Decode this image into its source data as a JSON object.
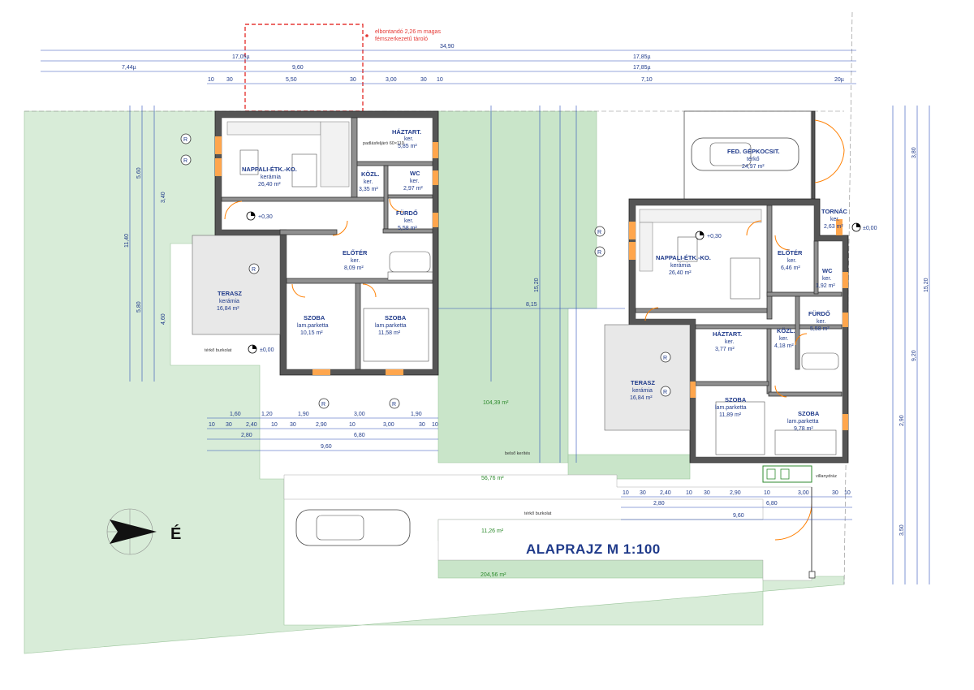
{
  "title": "ALAPRAJZ  M 1:100",
  "demolish_note": [
    "elbontandó 2,26 m magas",
    "fémszerkezetű tároló"
  ],
  "top_dims": {
    "total": "34,90",
    "left_half": "17,05µ",
    "right_half": "17,85µ",
    "right_half_2": "17,85µ",
    "row3": [
      "7,44µ",
      "9,60"
    ],
    "row4": [
      "10",
      "30",
      "5,50",
      "30",
      "3,00",
      "30",
      "10",
      "7,10",
      "20µ"
    ]
  },
  "left_house": {
    "rooms": [
      {
        "name": "NAPPALI-ÉTK.-KO.",
        "finish": "kerámia",
        "area": "26,40 m²"
      },
      {
        "name": "HÁZTART.",
        "finish": "ker.",
        "area": "5,85 m²"
      },
      {
        "name": "KÖZL.",
        "finish": "ker.",
        "area": "3,35 m²"
      },
      {
        "name": "WC",
        "finish": "ker.",
        "area": "2,97 m²"
      },
      {
        "name": "FÜRDŐ",
        "finish": "ker.",
        "area": "5,58 m²"
      },
      {
        "name": "ELŐTÉR",
        "finish": "ker.",
        "area": "8,09 m²"
      },
      {
        "name": "SZOBA",
        "finish": "lam.parketta",
        "area": "10,15 m²"
      },
      {
        "name": "SZOBA",
        "finish": "lam.parketta",
        "area": "11,58 m²"
      },
      {
        "name": "TERASZ",
        "finish": "kerámia",
        "area": "16,84 m²"
      }
    ],
    "level_pos": "+0,30",
    "level_zero": "±0,00",
    "paving_label": "térkő burkolat",
    "bottom_dims_row1": [
      "1,60",
      "1,20",
      "1,90",
      "3,00",
      "1,90"
    ],
    "bottom_dims_row2": [
      "10",
      "30",
      "2,40",
      "10",
      "30",
      "2,90",
      "10",
      "3,00",
      "30",
      "10"
    ],
    "bottom_dims_row3": [
      "2,80",
      "6,80"
    ],
    "bottom_dims_row4": "9,60",
    "side_dims_left": [
      "11,40",
      "5,60",
      "5,80",
      "4,60",
      "3,40"
    ],
    "pedal_stair": "padlásfeljáró 60×110"
  },
  "right_house": {
    "rooms": [
      {
        "name": "FED. GÉPKOCSIT.",
        "finish": "térkő",
        "area": "24,97 m²"
      },
      {
        "name": "NAPPALI-ÉTK.-KO.",
        "finish": "kerámia",
        "area": "26,40 m²"
      },
      {
        "name": "TORNÁC",
        "finish": "ker.",
        "area": "2,63 m²"
      },
      {
        "name": "ELŐTÉR",
        "finish": "ker.",
        "area": "6,46 m²"
      },
      {
        "name": "WC",
        "finish": "ker.",
        "area": "1,92 m²"
      },
      {
        "name": "FÜRDŐ",
        "finish": "ker.",
        "area": "5,58 m²"
      },
      {
        "name": "HÁZTART.",
        "finish": "ker.",
        "area": "3,77 m²"
      },
      {
        "name": "KÖZL.",
        "finish": "ker.",
        "area": "4,18 m²"
      },
      {
        "name": "TERASZ",
        "finish": "kerámia",
        "area": "16,84 m²"
      },
      {
        "name": "SZOBA",
        "finish": "lam.parketta",
        "area": "11,89 m²"
      },
      {
        "name": "SZOBA",
        "finish": "lam.parketta",
        "area": "9,78 m²"
      }
    ],
    "level_pos": "+0,30",
    "level_zero": "±0,00",
    "utility": "villanydráz",
    "bottom_dims_row1": [
      "10",
      "30",
      "2,40",
      "10",
      "30",
      "2,90",
      "10",
      "3,00",
      "30",
      "10"
    ],
    "bottom_dims_row2": [
      "2,80",
      "6,80"
    ],
    "bottom_dims_row3": "9,60",
    "side_dims_right": [
      "15,20",
      "9,20",
      "3,80",
      "3,50",
      "2,90"
    ]
  },
  "site": {
    "area_104": "104,39 m²",
    "area_56": "56,76 m²",
    "area_11": "11,26 m²",
    "area_204": "204,56 m²",
    "paving": "térkő burkolat",
    "mid_dim": "8,15",
    "mid_dim_2": "15,20",
    "fence": "belső kerítés"
  },
  "north": "É"
}
